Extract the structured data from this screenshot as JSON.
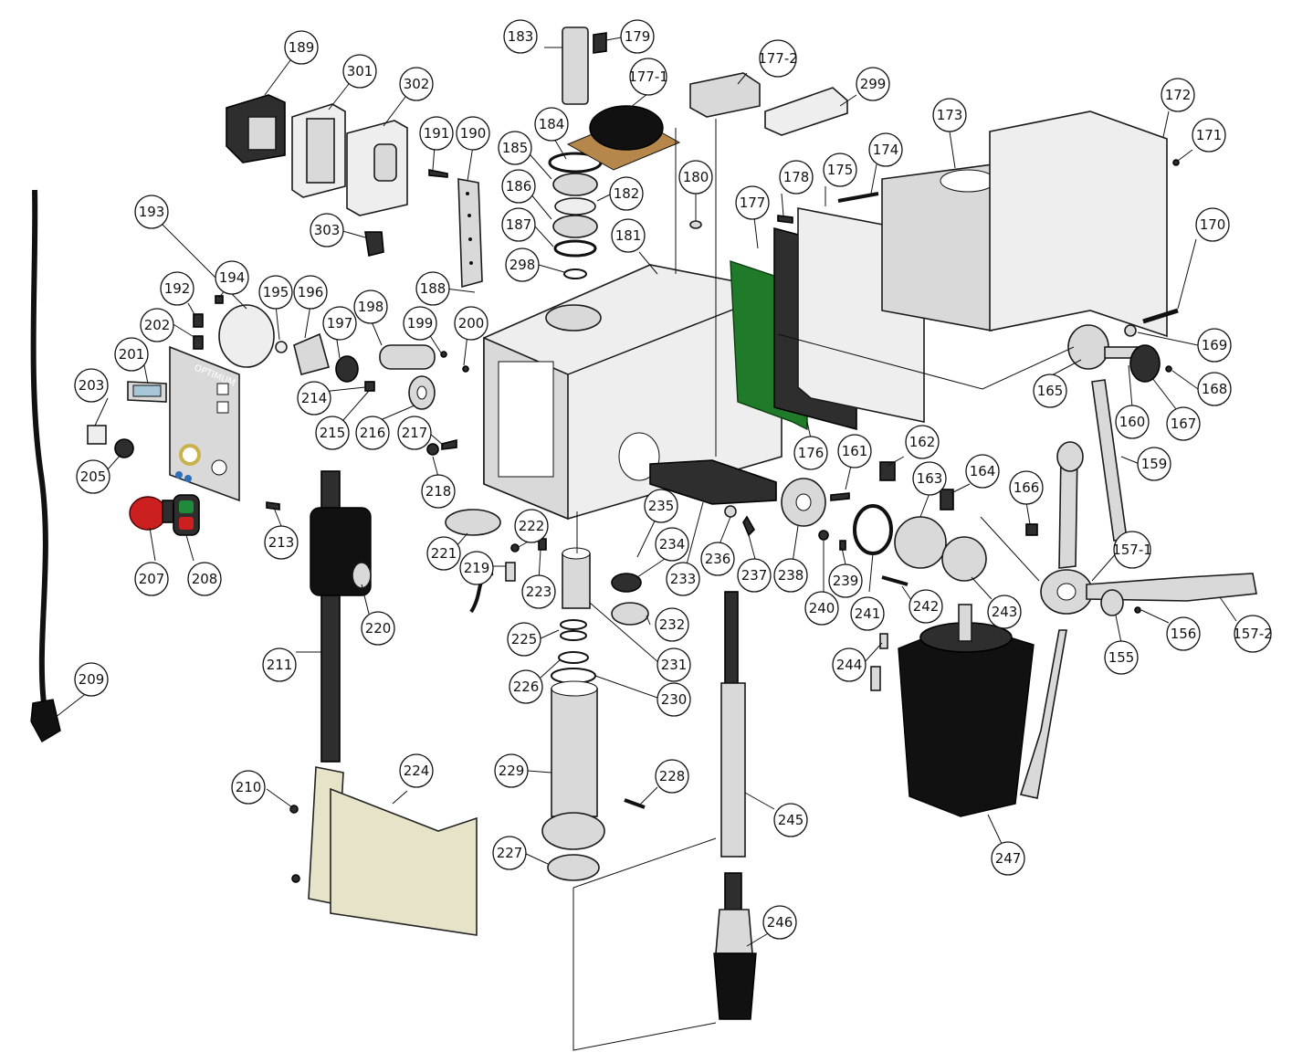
{
  "parts": {
    "p155": "155",
    "p156": "156",
    "p157_1": "157-1",
    "p157_2": "157-2",
    "p159": "159",
    "p160": "160",
    "p161": "161",
    "p162": "162",
    "p163": "163",
    "p164": "164",
    "p165": "165",
    "p166": "166",
    "p167": "167",
    "p168": "168",
    "p169": "169",
    "p170": "170",
    "p171": "171",
    "p172": "172",
    "p173": "173",
    "p174": "174",
    "p175": "175",
    "p176": "176",
    "p177": "177",
    "p177_1": "177-1",
    "p177_2": "177-2",
    "p178": "178",
    "p179": "179",
    "p180": "180",
    "p181": "181",
    "p182": "182",
    "p183": "183",
    "p184": "184",
    "p185": "185",
    "p186": "186",
    "p187": "187",
    "p188": "188",
    "p189": "189",
    "p190": "190",
    "p191": "191",
    "p192": "192",
    "p193": "193",
    "p194": "194",
    "p195": "195",
    "p196": "196",
    "p197": "197",
    "p198": "198",
    "p199": "199",
    "p200": "200",
    "p201": "201",
    "p202": "202",
    "p203": "203",
    "p205": "205",
    "p207": "207",
    "p208": "208",
    "p209": "209",
    "p210": "210",
    "p211": "211",
    "p213": "213",
    "p214": "214",
    "p215": "215",
    "p216": "216",
    "p217": "217",
    "p218": "218",
    "p219": "219",
    "p220": "220",
    "p221": "221",
    "p222": "222",
    "p223": "223",
    "p224": "224",
    "p225": "225",
    "p226": "226",
    "p227": "227",
    "p228": "228",
    "p229": "229",
    "p230": "230",
    "p231": "231",
    "p232": "232",
    "p233": "233",
    "p234": "234",
    "p235": "235",
    "p236": "236",
    "p237": "237",
    "p238": "238",
    "p239": "239",
    "p240": "240",
    "p241": "241",
    "p242": "242",
    "p243": "243",
    "p244": "244",
    "p245": "245",
    "p246": "246",
    "p247": "247",
    "p298": "298",
    "p299": "299",
    "p301": "301",
    "p302": "302",
    "p303": "303"
  },
  "control_panel": {
    "brand": "OPTIMUM"
  }
}
